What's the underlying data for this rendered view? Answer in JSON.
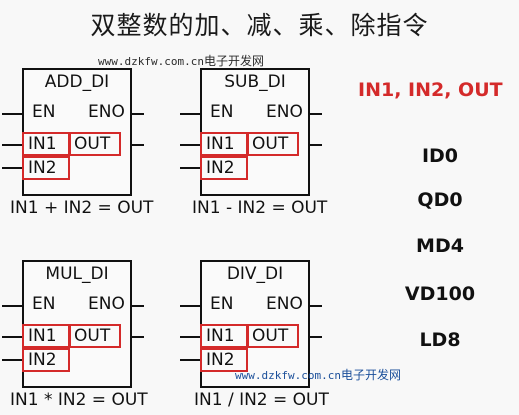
{
  "title": "双整数的加、减、乘、除指令",
  "watermark_top": {
    "url": "www.dzkfw.com.cn",
    "site": "电子开发网"
  },
  "watermark_bottom": {
    "url": "www.dzkfw.com.cn",
    "site": "电子开发网"
  },
  "blocks": [
    {
      "name": "ADD_DI",
      "en": "EN",
      "eno": "ENO",
      "in1": "IN1",
      "in2": "IN2",
      "out": "OUT",
      "formula": "IN1 + IN2 = OUT"
    },
    {
      "name": "SUB_DI",
      "en": "EN",
      "eno": "ENO",
      "in1": "IN1",
      "in2": "IN2",
      "out": "OUT",
      "formula": "IN1 - IN2 = OUT"
    },
    {
      "name": "MUL_DI",
      "en": "EN",
      "eno": "ENO",
      "in1": "IN1",
      "in2": "IN2",
      "out": "OUT",
      "formula": "IN1 * IN2 = OUT"
    },
    {
      "name": "DIV_DI",
      "en": "EN",
      "eno": "ENO",
      "in1": "IN1",
      "in2": "IN2",
      "out": "OUT",
      "formula": "IN1 / IN2 = OUT"
    }
  ],
  "operands": {
    "header": "IN1, IN2, OUT",
    "addresses": [
      "ID0",
      "QD0",
      "MD4",
      "VD100",
      "LD8"
    ]
  },
  "colors": {
    "highlight": "#d42a2a",
    "text": "#111111",
    "background": "#f8f8f8"
  }
}
